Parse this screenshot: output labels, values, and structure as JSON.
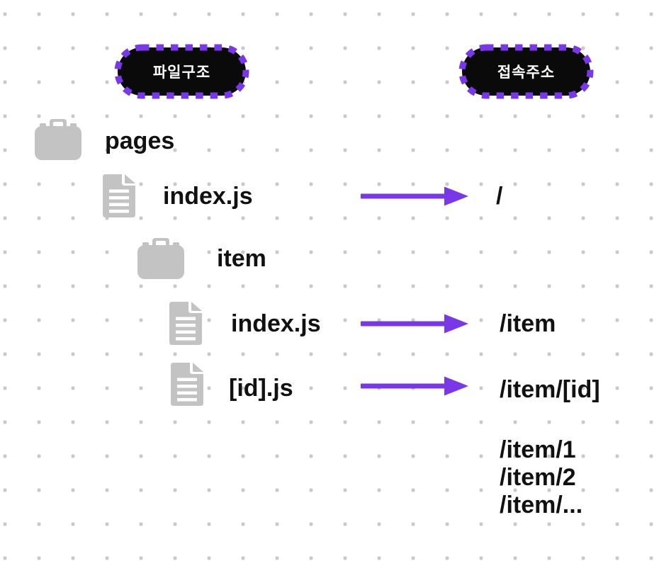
{
  "colors": {
    "background": "#ffffff",
    "grid_dot": "#c9c9c9",
    "accent_purple": "#7838e8",
    "icon_gray": "#c3c3c3",
    "text": "#111111",
    "badge_background": "#0a0a0b",
    "badge_text": "#ffffff"
  },
  "badges": {
    "file_structure": "파일구조",
    "access_url": "접속주소"
  },
  "file_tree": [
    {
      "kind": "folder",
      "icon": "briefcase-folder-icon",
      "label": "pages",
      "depth": 0
    },
    {
      "kind": "file",
      "icon": "document-icon",
      "label": "index.js",
      "depth": 1,
      "url": "/"
    },
    {
      "kind": "folder",
      "icon": "briefcase-folder-icon",
      "label": "item",
      "depth": 1
    },
    {
      "kind": "file",
      "icon": "document-icon",
      "label": "index.js",
      "depth": 2,
      "url": "/item"
    },
    {
      "kind": "file",
      "icon": "document-icon",
      "label": "[id].js",
      "depth": 2,
      "url": "/item/[id]"
    }
  ],
  "url_examples": [
    "/item/1",
    "/item/2",
    "/item/..."
  ]
}
